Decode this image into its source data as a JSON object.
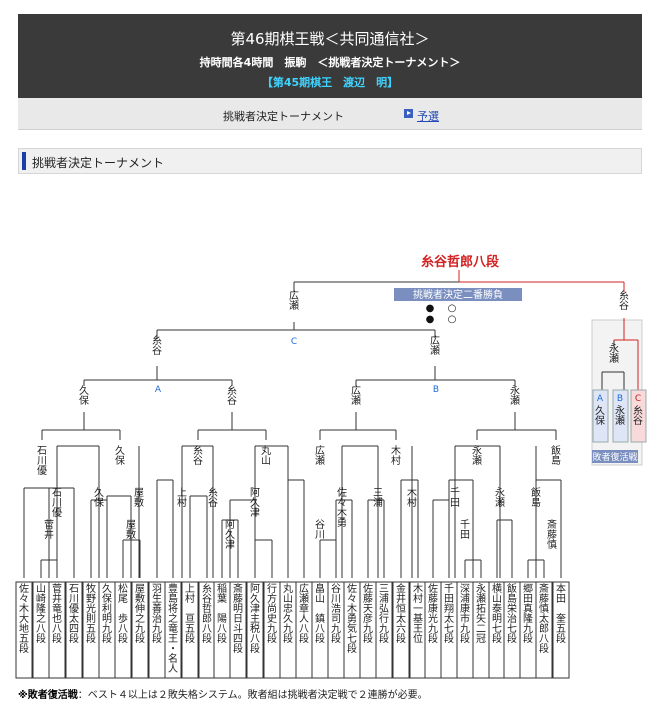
{
  "header": {
    "title": "第46期棋王戦＜共同通信社＞",
    "subtitle": "持時間各4時間　振駒　＜挑戦者決定トーナメント＞",
    "holder": "【第45期棋王　渡辺　明】"
  },
  "subnav": {
    "current": "挑戦者決定トーナメント",
    "link": "予選"
  },
  "section_title": "挑戦者決定トーナメント",
  "winner": "糸谷哲郎八段",
  "final_label": "挑戦者決定二番勝負",
  "final_marks_left": [
    "●",
    "●"
  ],
  "final_marks_right": [
    "○",
    "○"
  ],
  "block_labels": [
    "A",
    "B",
    "C"
  ],
  "loser_bracket_caption": "敗者復活戦",
  "colors": {
    "header_bg": "#3a3a3a",
    "holder": "#3fd3ff",
    "winner_red": "#d32020",
    "blue_label": "#1f6cd8",
    "band": "#7a8fbf"
  },
  "players": [
    "佐々木大地五段",
    "山崎隆之八段",
    "菅井竜也八段",
    "石川優太四段",
    "牧野光則五段",
    "久保利明九段",
    "松尾　歩八段",
    "屋敷伸之九段",
    "羽生善治九段",
    "豊島将之竜王・名人",
    "上村　亘五段",
    "糸谷哲郎八段",
    "稲葉　陽八段",
    "斎藤明日斗四段",
    "阿久津主税八段",
    "行方尚史九段",
    "丸山忠久九段",
    "広瀬章人八段",
    "畠山　鎮八段",
    "谷川浩司九段",
    "佐々木勇気七段",
    "佐藤天彦九段",
    "三浦弘行九段",
    "金井恒太六段",
    "木村一基王位",
    "佐藤康光九段",
    "千田翔太七段",
    "深浦康市九段",
    "永瀬拓矢二冠",
    "横山泰明七段",
    "飯島栄治七段",
    "郷田真隆九段",
    "斎藤慎太郎八段",
    "本田　奎五段"
  ],
  "round1": [
    "石川",
    "菅井",
    "久保",
    "屋敷",
    "上村",
    "糸谷",
    "阿久津",
    "阿久津",
    "佐々木勇",
    "谷川",
    "三浦",
    "木村",
    "千田",
    "千田",
    "永瀬",
    "飯島",
    "斎藤慎"
  ],
  "round2": [
    "石川優",
    "久保",
    "屋敷",
    "糸谷",
    "阿久津",
    "佐々木勇",
    "三浦",
    "木村",
    "千田",
    "永瀬",
    "飯島"
  ],
  "round3": [
    "石川優",
    "久保",
    "糸谷",
    "丸山",
    "広瀬",
    "木村",
    "永瀬",
    "飯島"
  ],
  "round4": [
    "久保",
    "糸谷",
    "広瀬",
    "永瀬"
  ],
  "round5": [
    "糸谷",
    "広瀬"
  ],
  "round6": [
    "広瀬",
    "糸谷"
  ],
  "loser": {
    "players": [
      "久保",
      "永瀬",
      "糸谷"
    ],
    "winner": "永瀬",
    "labels": [
      "A",
      "B",
      "C"
    ]
  },
  "footnote": {
    "bold": "※敗者復活戦",
    "text": "：ベスト４以上は２敗失格システム。敗者組は挑戦者決定戦で２連勝が必要。"
  }
}
